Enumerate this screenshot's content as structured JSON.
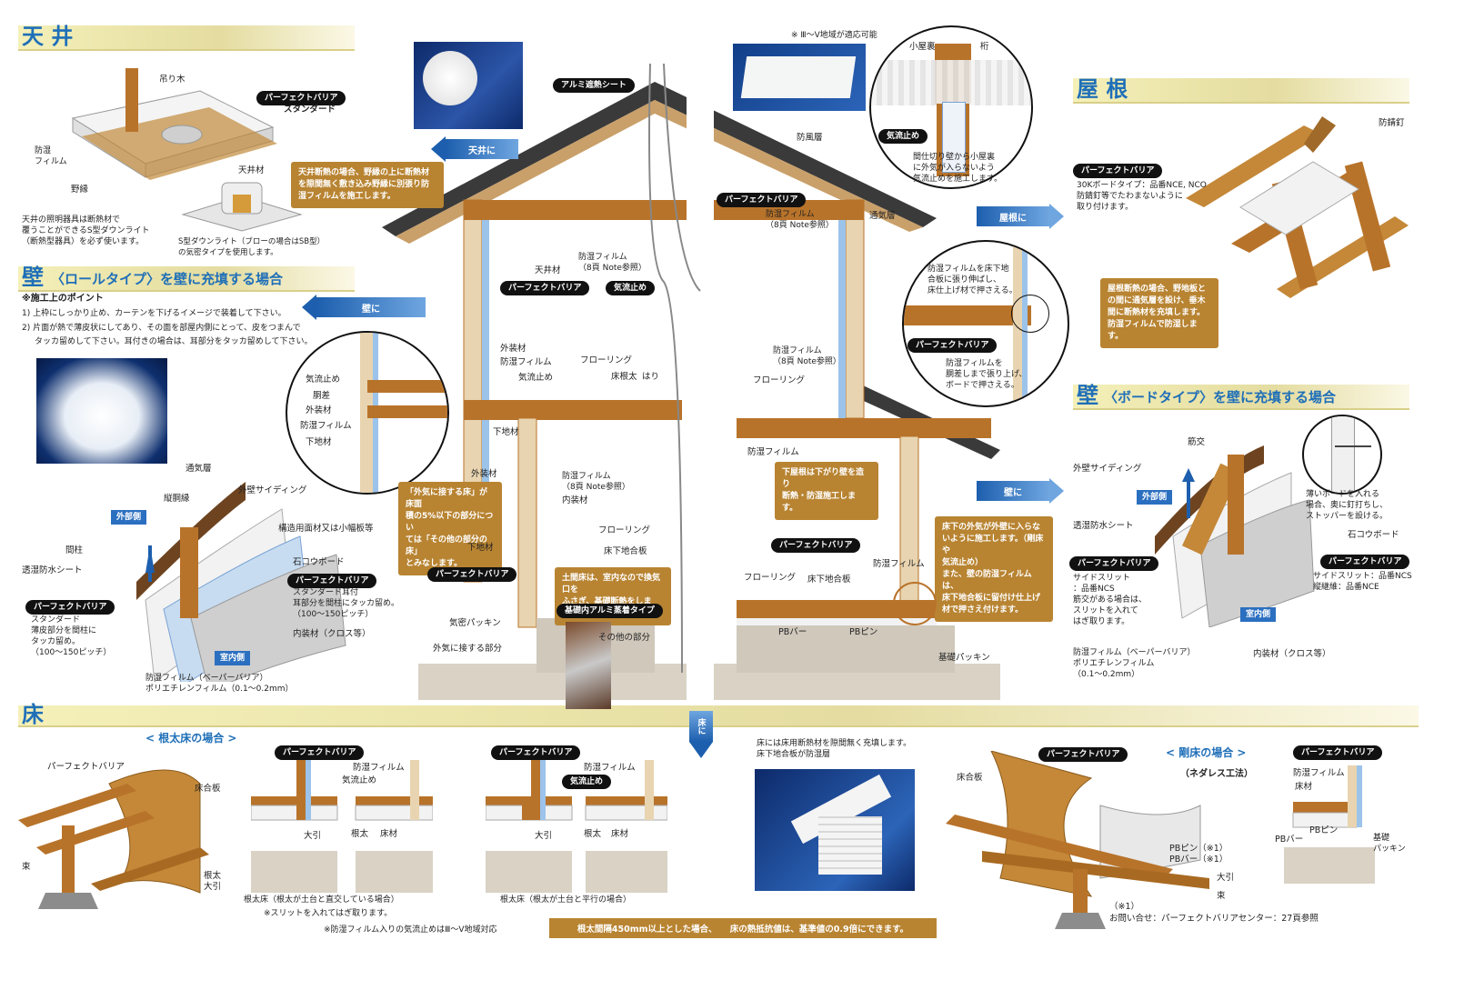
{
  "sections": {
    "ceiling": "天 井",
    "wall_roll": "壁",
    "wall_roll_sub": "〈ロールタイプ〉を壁に充填する場合",
    "roof": "屋 根",
    "wall_board": "壁",
    "wall_board_sub": "〈ボードタイプ〉を壁に充填する場合",
    "floor": "床"
  },
  "ceiling": {
    "label_hanging": "吊り木",
    "label_pb_standard_1": "パーフェクトバリア",
    "label_pb_standard_2": "スタンダード",
    "label_film": "防湿\nフィルム",
    "label_nobuchi": "野縁",
    "label_ceiling_material": "天井材",
    "note_lighting": "天井の照明器具は断熱材で\n覆うことができるS型ダウンライト\n（断熱型器具）を必ず使います。",
    "note_sdownlight": "S型ダウンライト（ブローの場合はSB型）\nの気密タイプを使用します。"
  },
  "wall_roll": {
    "points_title": "※施工上のポイント",
    "point_1": "1) 上枠にしっかり止め、カーテンを下げるイメージで装着して下さい。",
    "point_2": "2) 片面が熱で薄皮状にしてあり、その面を部屋内側にとって、皮をつまんで",
    "point_2b": "タッカ留めして下さい。耳付きの場合は、耳部分をタッカ留めして下さい。",
    "vent_layer": "通気層",
    "vertical_furring": "縦胴縁",
    "exterior_siding": "外壁サイディング",
    "outside_tag": "外部側",
    "structural_panel": "構造用面材又は小幅板等",
    "stud": "間柱",
    "breathable_sheet": "透湿防水シート",
    "gypsum": "石コウボード",
    "pb_tag_1": "パーフェクトバリア",
    "pb_tag_1_text": "スタンダード耳付\n耳部分を間柱にタッカ留め。\n（100〜150ピッチ）",
    "pb_tag_2": "パーフェクトバリア",
    "pb_tag_2_text": "スタンダード\n薄皮部分を間柱に\nタッカ留め。\n（100〜150ピッチ）",
    "interior_material": "内装材（クロス等）",
    "inside_tag": "室内側",
    "film_spec": "防湿フィルム（ベーパーバリア）\nポリエチレンフィルム（0.1〜0.2mm）"
  },
  "center": {
    "note_region": "※ Ⅲ〜Ⅴ地域が適応可能",
    "alu_sheet": "アルミ遮熱シート",
    "arrow_ceiling": "天井に",
    "arrow_wall_left": "壁に",
    "arrow_roof": "屋根に",
    "arrow_wall_right": "壁に",
    "arrow_floor": "床に",
    "windproof": "防風層",
    "pb_center": "パーフェクトバリア",
    "film_8": "防湿フィルム\n（8頁 Note参照）",
    "vent_layer": "通気層",
    "note_ceiling_insul": "天井断熱の場合、野縁の上に断熱材\nを隙間無く敷き込み野縁に別張り防\n湿フィルムを施工します。",
    "ceiling_mat": "天井材",
    "film_8b": "防湿フィルム\n（8頁 Note参照）",
    "pb_ceiling": "パーフェクトバリア",
    "airstop_pill": "気流止め",
    "circle_l_1": "気流止め",
    "circle_l_2": "胴差",
    "circle_l_3": "外装材",
    "circle_l_4": "防湿フィルム",
    "circle_l_5": "下地材",
    "exterior": "外装材",
    "film": "防湿フィルム",
    "airstop": "気流止め",
    "flooring": "フローリング",
    "joist": "床根太",
    "beam": "はり",
    "base_material": "下地材",
    "flooring_r": "フローリング",
    "film_8c": "防湿フィルム\n（8頁 Note参照）",
    "film_r": "防湿フィルム",
    "note_roof_low": "下屋根は下がり壁を造り\n断熱・防湿施工します。",
    "note_outside_floor": "「外気に接する床」が床面\n積の5%以下の部分につい\nては「その他の部分の床」\nとみなします。",
    "exterior2": "外装材",
    "film_8d": "防湿フィルム\n（8頁 Note参照）",
    "interior2": "内装材",
    "flooring2": "フローリング",
    "subfloor": "床下地合板",
    "base2": "下地材",
    "pb_floor_l": "パーフェクトバリア",
    "note_doma": "土間床は、室内なので換気口を\nふさぎ、基礎断熱をします。",
    "foundation_alu": "基礎内アルミ蒸着タイプ",
    "airtight": "気密パッキン",
    "other_part": "その他の部分",
    "outside_part": "外気に接する部分",
    "pb_floor_r": "パーフェクトバリア",
    "flooring3": "フローリング",
    "subfloor2": "床下地合板",
    "film3": "防湿フィルム",
    "pb_bar": "PBバー",
    "pb_pin": "PBピン",
    "foundation_packing": "基礎パッキン",
    "note_underfloor": "床下の外気が外壁に入らな\nいように施工します。（剛床や\n気流止め）\nまた、壁の防湿フィルムは、\n床下地合板に留付け仕上げ\n材で押さえ付けます。",
    "circle_r_note_top": "防湿フィルムを床下地\n合板に張り伸ばし、\n床仕上げ材で押さえる。",
    "circle_r_pb": "パーフェクトバリア",
    "circle_r_note_bottom": "防湿フィルムを\n胴差しまで張り上げ、\nボードで押さえる。",
    "circle_top_attic": "小屋裏",
    "circle_top_purlin": "桁",
    "circle_top_airstop": "気流止め",
    "circle_top_note": "間仕切り壁から小屋裏\nに外気が入らないよう\n気流止めを施工します。"
  },
  "roof": {
    "rust_nail": "防錆釘",
    "pb_tag": "パーフェクトバリア",
    "pb_text": "30Kボードタイプ：品番NCE, NCO\n防錆釘等でたわまないように\n取り付けます。",
    "note": "屋根断熱の場合、野地板と\nの間に通気層を設け、垂木\n間に断熱材を充填します。\n防湿フィルムで防湿します。"
  },
  "wall_board": {
    "brace": "筋交",
    "siding": "外壁サイディング",
    "outside_tag": "外部側",
    "thin_board_note": "薄いボードを入れる\n場合、奥に釘打ちし、\nストッパーを設ける。",
    "breathable": "透湿防水シート",
    "gypsum": "石コウボード",
    "pb_left": "パーフェクトバリア",
    "pb_left_text": "サイドスリット\n：品番NCS\n筋交がある場合は、\nスリットを入れて\nはぎ取ります。",
    "pb_right": "パーフェクトバリア",
    "pb_right_text": "サイドスリット：品番NCS\n縦継維：品番NCE",
    "inside_tag": "室内側",
    "film_spec": "防湿フィルム（ベーパーバリア）\nポリエチレンフィルム\n（0.1〜0.2mm）",
    "interior": "内装材（クロス等）"
  },
  "floor": {
    "joist_floor_title": "< 根太床の場合 >",
    "pb_label": "パーフェクトバリア",
    "plywood": "床合板",
    "tsuka": "束",
    "joist": "根太",
    "ohbiki": "大引",
    "d1_pb": "パーフェクトバリア",
    "d1_film": "防湿フィルム",
    "d1_airstop": "気流止め",
    "d1_ohbiki": "大引",
    "d1_joist": "根太",
    "d1_floor": "床材",
    "d1_caption": "根太床（根太が土台と直交している場合）",
    "d1_slit": "※スリットを入れてはぎ取ります。",
    "d2_pb": "パーフェクトバリア",
    "d2_film": "防湿フィルム",
    "d2_airstop": "気流止め",
    "d2_ohbiki": "大引",
    "d2_joist": "根太",
    "d2_floor": "床材",
    "d2_caption": "根太床（根太が土台と平行の場合）",
    "region_note": "※防湿フィルム入りの気流止めはⅢ〜Ⅴ地域対応",
    "board_note": "床には床用断熱材を隙間無く充填します。\n床下地合板が防湿層",
    "bottom_banner": "根太間隔450mm以上とした場合、　　床の熱抵抗値は、基準値の0.9倍にできます。",
    "rigid_title": "< 剛床の場合 >",
    "rigid_sub": "（ネダレス工法）",
    "r_pb": "パーフェクトバリア",
    "r_plywood": "床合板",
    "r_pbpin": "PBピン（※1）",
    "r_pbbar": "PBバー（※1）",
    "r_ohbiki": "大引",
    "r_tsuka": "束",
    "r_note_mark": "（※1）",
    "r_contact": "お問い合せ：パーフェクトバリアセンター：27頁参照",
    "rr_pb": "パーフェクトバリア",
    "rr_film": "防湿フィルム",
    "rr_floor": "床材",
    "rr_pbpin": "PBピン",
    "rr_pbbar": "PBバー",
    "rr_packing": "基礎\nパッキン"
  },
  "colors": {
    "accent": "#1f6fb8",
    "wood": "#b8732a",
    "note_bg": "#b88432",
    "arrow": "#1d5fae"
  }
}
